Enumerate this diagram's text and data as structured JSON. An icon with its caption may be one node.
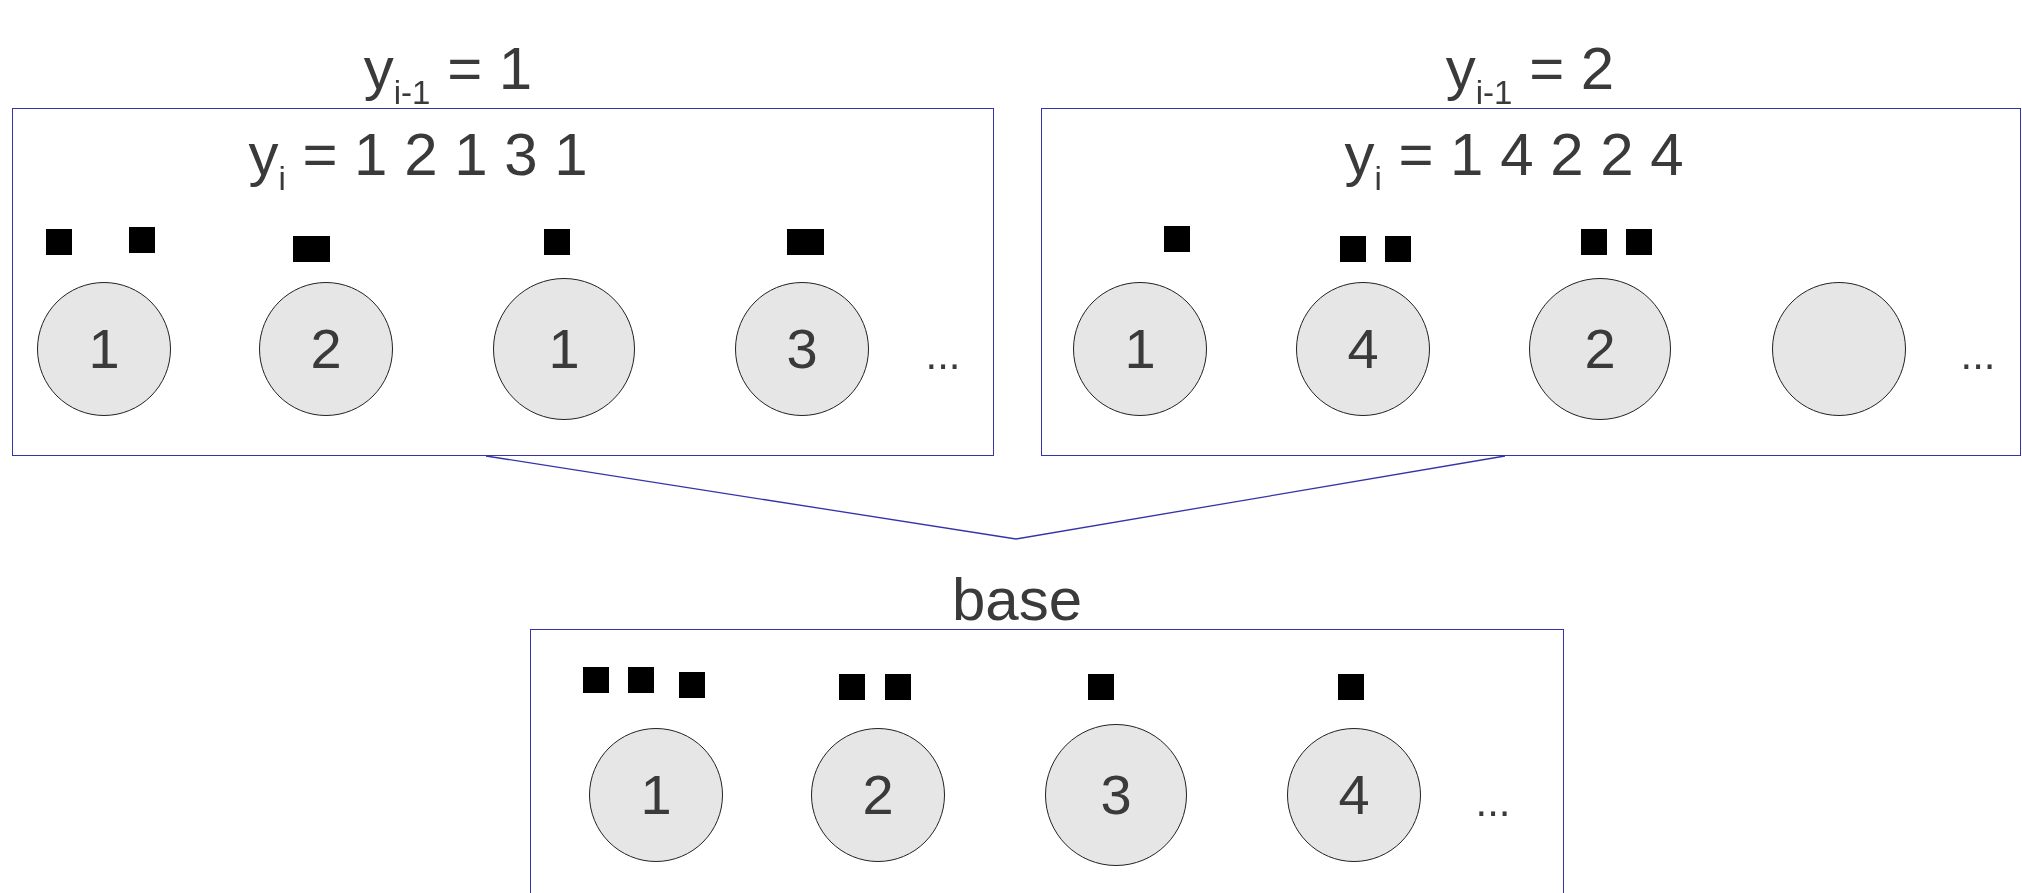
{
  "diagram": {
    "nodes": [
      {
        "text": [
          "y$_{i-1}$ = 1",
          "y$_{i}$ = 1 2 1 3 1"
        ]
      },
      {
        "text": [
          "1"
        ],
        "in": 0
      },
      {
        "text": [
          "2"
        ],
        "in": 0
      },
      {
        "text": [
          "1"
        ],
        "in": 0
      },
      {
        "text": [
          "3"
        ],
        "in": 0
      },
      {
        "text": [
          "y$_{i-1}$ = 2",
          "y$_{i}$ = 1 4 2 2 4"
        ]
      },
      {
        "text": [
          "1"
        ],
        "in": 5
      },
      {
        "text": [
          "4"
        ],
        "in": 5
      },
      {
        "text": [
          "2"
        ],
        "in": 5
      },
      {
        "text": [],
        "shape": "circle",
        "in": 5
      },
      {
        "text": [
          "base"
        ]
      },
      {
        "text": [
          "1"
        ],
        "in": 10
      },
      {
        "text": [
          "2"
        ],
        "in": 10
      },
      {
        "text": [
          "3"
        ],
        "in": 10
      },
      {
        "text": [
          "4"
        ],
        "in": 10
      }
    ],
    "edges": [
      {
        "from": 0,
        "to": 10,
        "arrow": "none"
      },
      {
        "from": 5,
        "to": 10,
        "arrow": "none"
      }
    ],
    "labels": [
      "...",
      "...",
      "..."
    ]
  }
}
